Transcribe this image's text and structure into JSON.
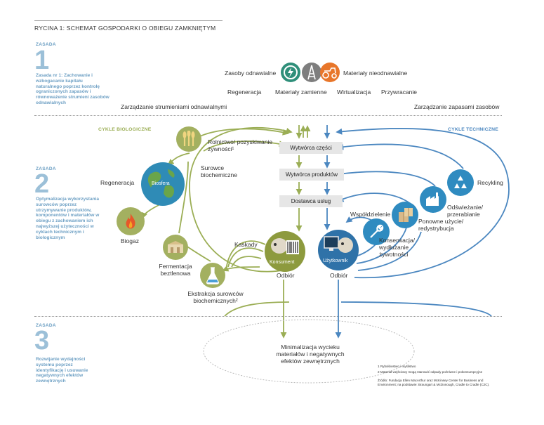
{
  "title": "RYCINA 1: SCHEMAT GOSPODARKI O OBIEGU ZAMKNIĘTYM",
  "principles": [
    {
      "tag": "ZASADA",
      "number": "1",
      "desc": "Zasada nr 1: Zachowanie i wzbogacanie kapitału naturalnego poprzez kontrolę ograniczonych zapasów i równoważenie strumieni zasobów odnawialnych"
    },
    {
      "tag": "ZASADA",
      "number": "2",
      "desc": "Optymalizacja wykorzystania surowców poprzez utrzymywanie produktów, komponentów i materiałów w obiegu z zachowaniem ich najwyższej użyteczności w cyklach technicznym i biologicznym"
    },
    {
      "tag": "ZASADA",
      "number": "3",
      "desc": "Rozwijanie wydajności systemu poprzez identyfikację i usuwanie negatywnych efektów zewnętrznych"
    }
  ],
  "top": {
    "renewable": "Zasoby odnawialne",
    "nonrenewable": "Materiały nieodnawialne",
    "actions": [
      "Regeneracja",
      "Materiały zamienne",
      "Wirtualizacja",
      "Przywracanie"
    ],
    "flow_left": "Zarządzanie strumieniami odnawialnymi",
    "flow_right": "Zarządzanie zapasami zasobów"
  },
  "cycles": {
    "bio": "CYKLE BIOLOGICZNE",
    "tech": "CYKLE TECHNICZNE"
  },
  "chain": [
    "Wytwórca części",
    "Wytwórca produktów",
    "Dostawca usług"
  ],
  "bio": {
    "farming": "Rolnictwo/ pozyskiwanie żywności¹",
    "biosphere": "Biosfera",
    "regeneration": "Regeneracja",
    "raw": "Surowce biochemiczne",
    "biogas": "Biogaz",
    "fermentation": "Fermentacja beztlenowa",
    "cascades": "Kaskady",
    "extraction": "Ekstrakcja surowców biochemicznych²",
    "consumer": "Konsument",
    "collection_bio": "Odbiór"
  },
  "tech": {
    "recycling": "Recykling",
    "refurbish": "Odświeżanie/ przerabianie",
    "reuse": "Ponowne użycie/ redystrybucja",
    "maintain": "Konserwacja/ wydłużanie żywotności",
    "share": "Współdzielenie",
    "user": "Użytkownik",
    "collection_tech": "Odbiór"
  },
  "bottom": "Minimalizacja wycieku materiałów i negatywnych efektów zewnętrznych",
  "footnotes": [
    "1 Rybołówstwo i myślistwo",
    "2 Materiał wejściowy mogą stanowić odpady poźniwne i pokonsumpcyjne",
    "Źródło: Fundacja Ellen MacArthur oraz McKinsey Center for Business and Environment; na podstawie: Braungart & McDonough, Cradle to Cradle (C2C)."
  ],
  "colors": {
    "bio": "#9bae55",
    "tech": "#4b87c0",
    "principle": "#6ea0c4",
    "box": "#e6e6e6"
  }
}
